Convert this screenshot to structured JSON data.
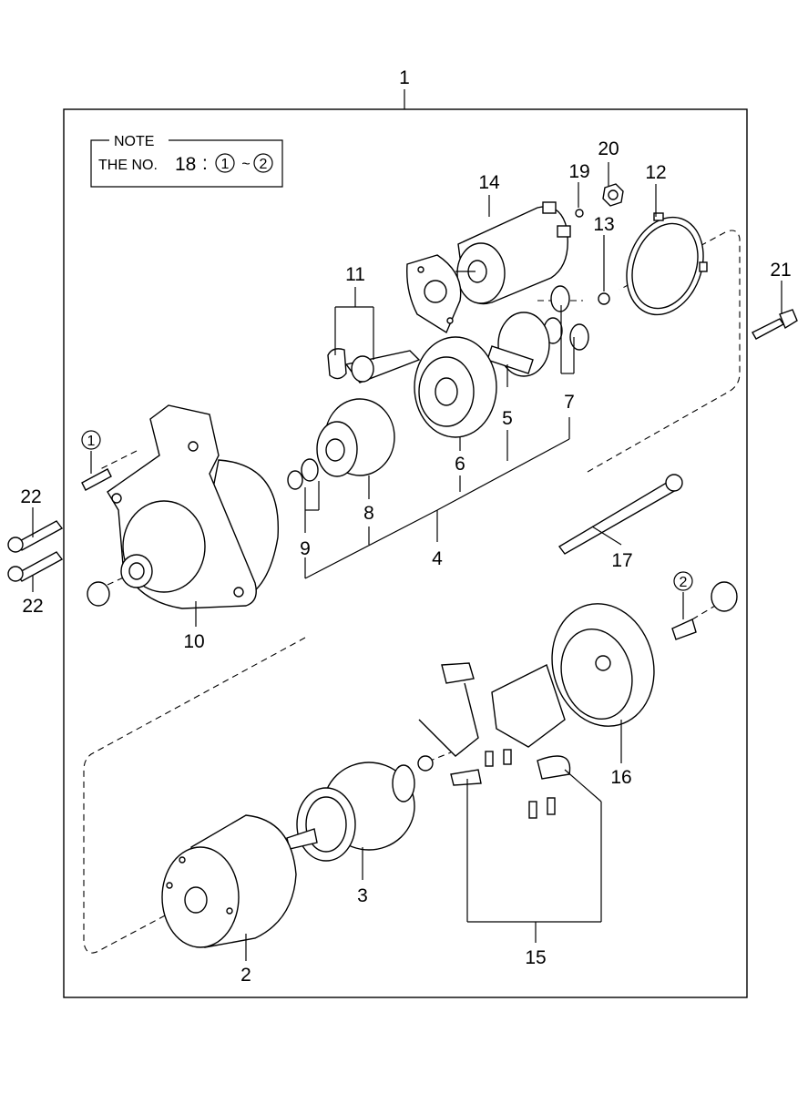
{
  "assembly_label": "1",
  "note": {
    "title": "NOTE",
    "line_prefix": "THE NO.",
    "number": "18",
    "separator": ":",
    "circle_from": "1",
    "tilde": "~",
    "circle_to": "2"
  },
  "callouts": {
    "p2": "2",
    "p3": "3",
    "p4": "4",
    "p5": "5",
    "p6": "6",
    "p7": "7",
    "p8": "8",
    "p9": "9",
    "p10": "10",
    "p11": "11",
    "p12": "12",
    "p13": "13",
    "p14": "14",
    "p15": "15",
    "p16": "16",
    "p17": "17",
    "p19": "19",
    "p20": "20",
    "p21": "21",
    "p22a": "22",
    "p22b": "22",
    "circ1": "1",
    "circ2": "2"
  }
}
